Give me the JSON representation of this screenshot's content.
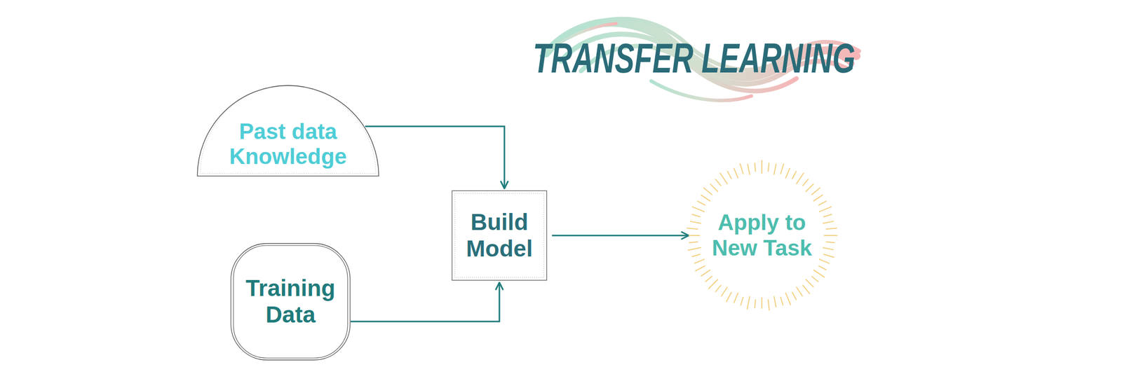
{
  "diagram": {
    "title": "TRANSFER LEARNING",
    "nodes": [
      {
        "text": [
          "Past data Knowledge"
        ]
      },
      {
        "text": [
          "Training Data"
        ]
      },
      {
        "text": [
          "Build Model"
        ]
      },
      {
        "text": [
          "Apply to New Task"
        ]
      }
    ],
    "edges": [
      {
        "from": 0,
        "to": 2,
        "arrow": "to"
      },
      {
        "from": 1,
        "to": 2,
        "arrow": "to"
      },
      {
        "from": 2,
        "to": 3,
        "arrow": "to"
      }
    ]
  }
}
